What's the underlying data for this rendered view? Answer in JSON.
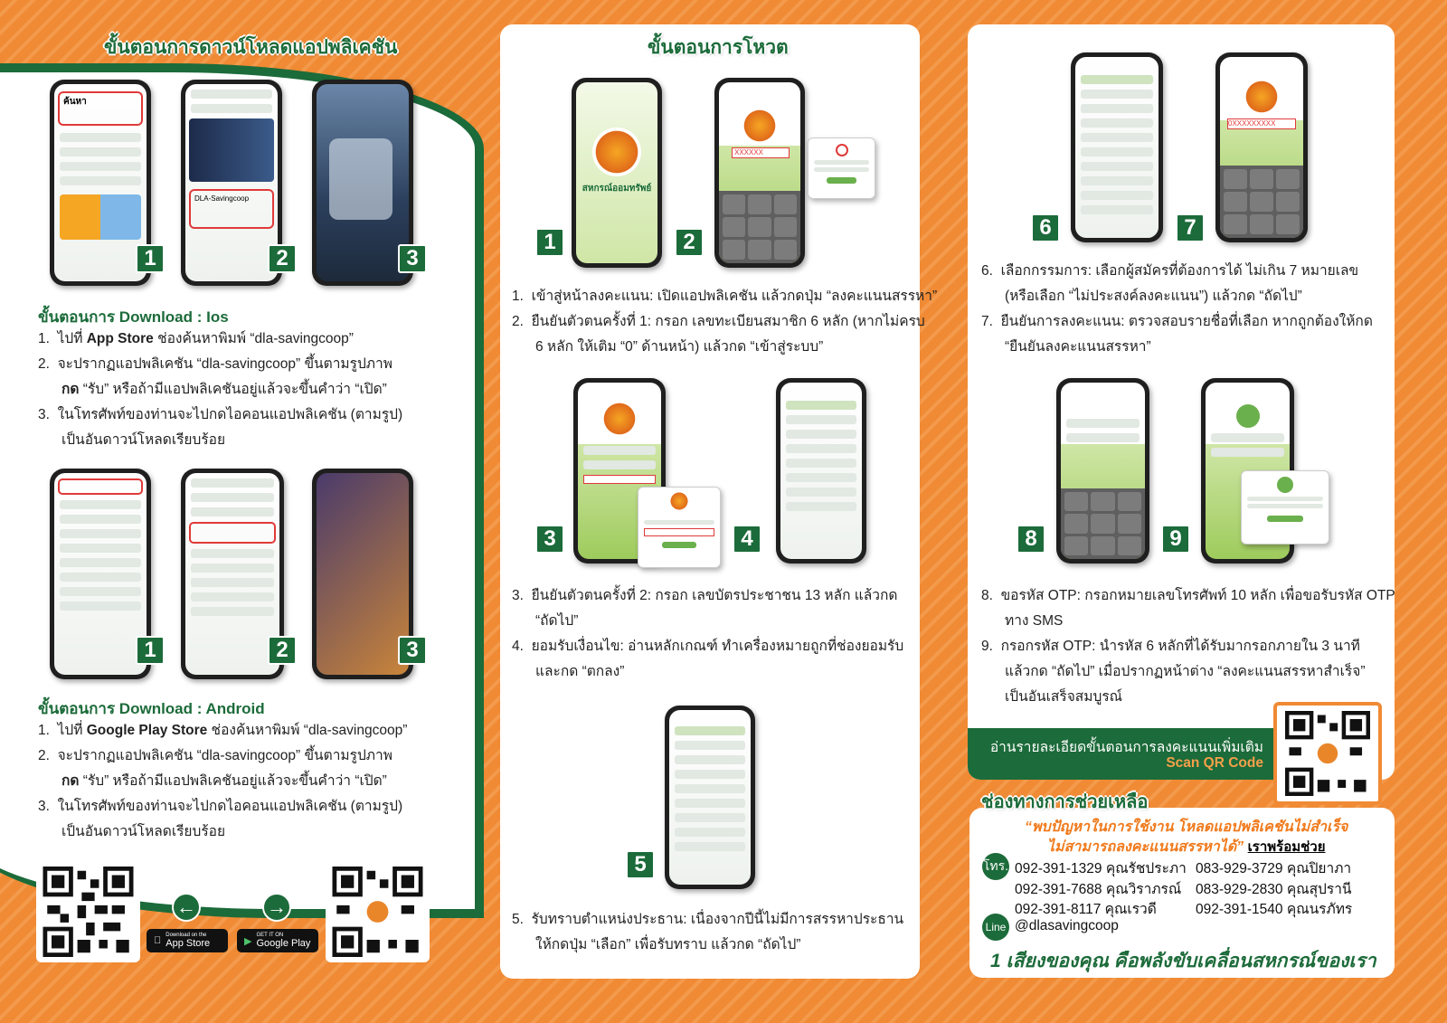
{
  "left": {
    "title": "ขั้นตอนการดาวน์โหลดแอปพลิเคชัน",
    "ios_heading": "ขั้นตอนการ Download : Ios",
    "ios_steps": [
      {
        "num": "1.",
        "pre": "ไปที่ ",
        "bold": "App Store",
        "post": " ช่องค้นหาพิมพ์ “dla-savingcoop”"
      },
      {
        "num": "2.",
        "text": "จะปรากฏแอปพลิเคชัน “dla-savingcoop” ขึ้นตามรูปภาพ",
        "bold2": "กด",
        "text2": " “รับ” หรือถ้ามีแอปพลิเคชันอยู่แล้วจะขึ้นคำว่า “เปิด”"
      },
      {
        "num": "3.",
        "text": "ในโทรศัพท์ของท่านจะไปกดไอคอนแอปพลิเคชัน (ตามรูป)",
        "text2": "เป็นอันดาวน์โหลดเรียบร้อย"
      }
    ],
    "android_heading": "ขั้นตอนการ Download : Android",
    "android_steps": [
      {
        "num": "1.",
        "pre": "ไปที่ ",
        "bold": "Google Play Store",
        "post": " ช่องค้นหาพิมพ์ “dla-savingcoop”"
      },
      {
        "num": "2.",
        "text": "จะปรากฏแอปพลิเคชัน “dla-savingcoop” ขึ้นตามรูปภาพ",
        "bold2": "กด",
        "text2": " “รับ” หรือถ้ามีแอปพลิเคชันอยู่แล้วจะขึ้นคำว่า “เปิด”"
      },
      {
        "num": "3.",
        "text": "ในโทรศัพท์ของท่านจะไปกดไอคอนแอปพลิเคชัน (ตามรูป)",
        "text2": "เป็นอันดาวน์โหลดเรียบร้อย"
      }
    ],
    "ios_screens": {
      "search": "ค้นหา",
      "app": "DLA-Savingcoop"
    },
    "badges": [
      "1",
      "2",
      "3"
    ],
    "app_store": {
      "small": "Download on the",
      "label": "App Store"
    },
    "google_play": {
      "small": "GET IT ON",
      "label": "Google Play"
    }
  },
  "middle": {
    "title": "ขั้นตอนการโหวต",
    "phone1_brand": "สหกรณ์ออมทรัพย์",
    "phone2_input": "XXXXXX",
    "steps": [
      {
        "num": "1.",
        "lines": [
          "เข้าสู่หน้าลงคะแนน: เปิดแอปพลิเคชัน แล้วกดปุ่ม “ลงคะแนนสรรหา”"
        ]
      },
      {
        "num": "2.",
        "lines": [
          "ยืนยันตัวตนครั้งที่ 1: กรอก เลขทะเบียนสมาชิก 6 หลัก (หากไม่ครบ",
          "6 หลัก ให้เติม “0” ด้านหน้า) แล้วกด “เข้าสู่ระบบ”"
        ]
      },
      {
        "num": "3.",
        "lines": [
          "ยืนยันตัวตนครั้งที่ 2: กรอก เลขบัตรประชาชน 13 หลัก แล้วกด",
          "“ถัดไป”"
        ]
      },
      {
        "num": "4.",
        "lines": [
          "ยอมรับเงื่อนไข: อ่านหลักเกณฑ์ ทำเครื่องหมายถูกที่ช่องยอมรับ",
          "และกด “ตกลง”"
        ]
      },
      {
        "num": "5.",
        "lines": [
          "รับทราบตำแหน่งประธาน: เนื่องจากปีนี้ไม่มีการสรรหาประธาน",
          "ให้กดปุ่ม “เลือก” เพื่อรับทราบ แล้วกด “ถัดไป”"
        ]
      }
    ],
    "badges": [
      "1",
      "2",
      "3",
      "4",
      "5"
    ]
  },
  "right": {
    "steps": [
      {
        "num": "6.",
        "lines": [
          "เลือกกรรมการ: เลือกผู้สมัครที่ต้องการได้ ไม่เกิน 7 หมายเลข",
          "(หรือเลือก “ไม่ประสงค์ลงคะแนน”) แล้วกด “ถัดไป”"
        ]
      },
      {
        "num": "7.",
        "lines": [
          "ยืนยันการลงคะแนน: ตรวจสอบรายชื่อที่เลือก หากถูกต้องให้กด",
          "“ยืนยันลงคะแนนสรรหา”"
        ]
      },
      {
        "num": "8.",
        "lines": [
          "ขอรหัส OTP: กรอกหมายเลขโทรศัพท์ 10 หลัก เพื่อขอรับรหัส OTP",
          "ทาง SMS"
        ]
      },
      {
        "num": "9.",
        "lines": [
          "กรอกรหัส OTP: นำรหัส 6 หลักที่ได้รับมากรอกภายใน 3 นาที",
          "แล้วกด “ถัดไป” เมื่อปรากฏหน้าต่าง “ลงคะแนนสรรหาสำเร็จ”",
          "เป็นอันเสร็จสมบูรณ์"
        ]
      }
    ],
    "phone7_input": "0XXXXXXXXX",
    "badges": [
      "6",
      "7",
      "8",
      "9"
    ],
    "more_info": "อ่านรายละเอียดขั้นตอนการลงคะแนนเพิ่มเติม",
    "scan": "Scan QR Code"
  },
  "help": {
    "heading": "ช่องทางการช่วยเหลือ",
    "quote_line1": "“พบปัญหาในการใช้งาน โหลดแอปพลิเคชันไม่สำเร็จ",
    "quote_line2": "ไม่สามารถลงคะแนนสรรหาได้”",
    "ready": "เราพร้อมช่วย",
    "tel_label": "โทร.",
    "contacts": [
      "092-391-1329 คุณรัชประภา",
      "083-929-3729 คุณปิยาภา",
      "092-391-7688 คุณวิราภรณ์",
      "083-929-2830 คุณสุปรานี",
      "092-391-8117 คุณเรวดี",
      "092-391-1540 คุณนรภัทร"
    ],
    "line_label": "Line",
    "line_id": "@dlasavingcoop",
    "slogan": "1 เสียงของคุณ คือพลังขับเคลื่อนสหกรณ์ของเรา"
  },
  "colors": {
    "green": "#1c6b3a",
    "orange": "#f08a34"
  }
}
